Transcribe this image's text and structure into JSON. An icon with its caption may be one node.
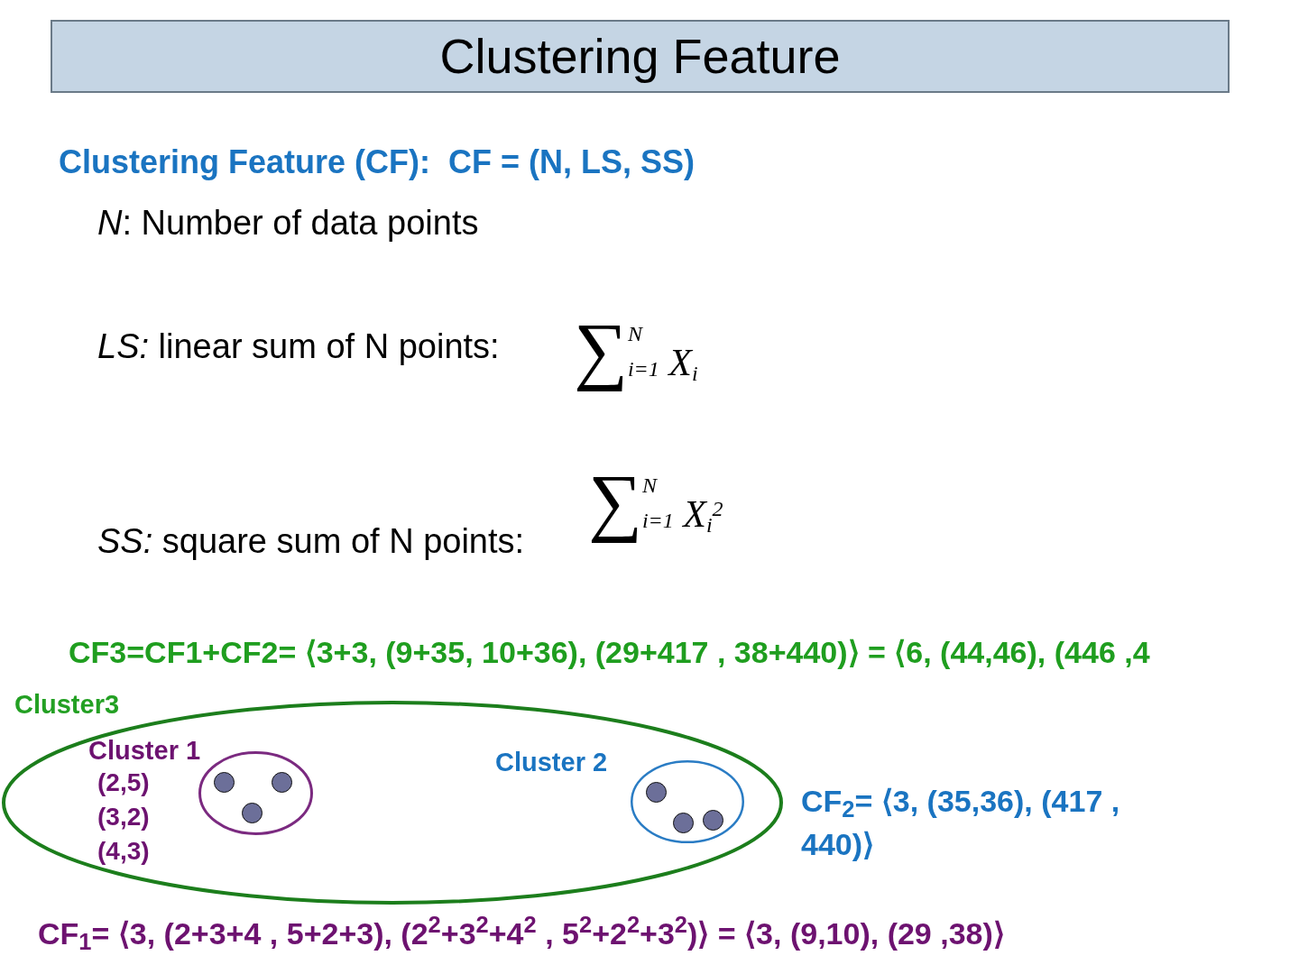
{
  "diagram": {
    "title": "Clustering Feature",
    "nodes": [
      {
        "text": [
          "Cluster3"
        ],
        "beside": [
          "CF3=CF1+CF2= ⟨3+3, (9+35, 10+36), (29+417 , 38+440)⟩ = ⟨6, (44,46), (446 ,4"
        ]
      },
      {
        "text": [
          "Cluster 1"
        ],
        "in": 0,
        "beside": [
          "(2,5)",
          "(3,2)",
          "(4,3)",
          "CF$_{1}$= ⟨3, (2+3+4 , 5+2+3), (2$^{2}$+3$^{2}$+4$^{2}$ , 5$^{2}$+2$^{2}$+3$^{2}$)⟩ = ⟨3, (9,10), (29 ,38)⟩"
        ]
      },
      {
        "text": [
          "Cluster 2"
        ],
        "in": 0,
        "beside": [
          "CF$_{2}$= ⟨3, (35,36), (417 , 440)⟩"
        ]
      },
      {
        "text": [],
        "shape": "circle",
        "in": 1
      },
      {
        "text": [],
        "shape": "circle",
        "in": 1
      },
      {
        "text": [],
        "shape": "circle",
        "in": 1
      },
      {
        "text": [],
        "shape": "circle",
        "in": 2
      },
      {
        "text": [],
        "shape": "circle",
        "in": 2
      },
      {
        "text": [],
        "shape": "circle",
        "in": 2
      }
    ],
    "labels": [
      "Clustering Feature (CF):  CF = (N, LS, SS)",
      "*N*: Number of data points",
      "*LS:* linear sum of N points:",
      "∑$^{N}$$_{i=1}$ *X*$_{i}$",
      "*SS:* square sum of N points:",
      "∑$^{N}$$_{i=1}$ *X*$_{i}$$^{2}$"
    ]
  }
}
